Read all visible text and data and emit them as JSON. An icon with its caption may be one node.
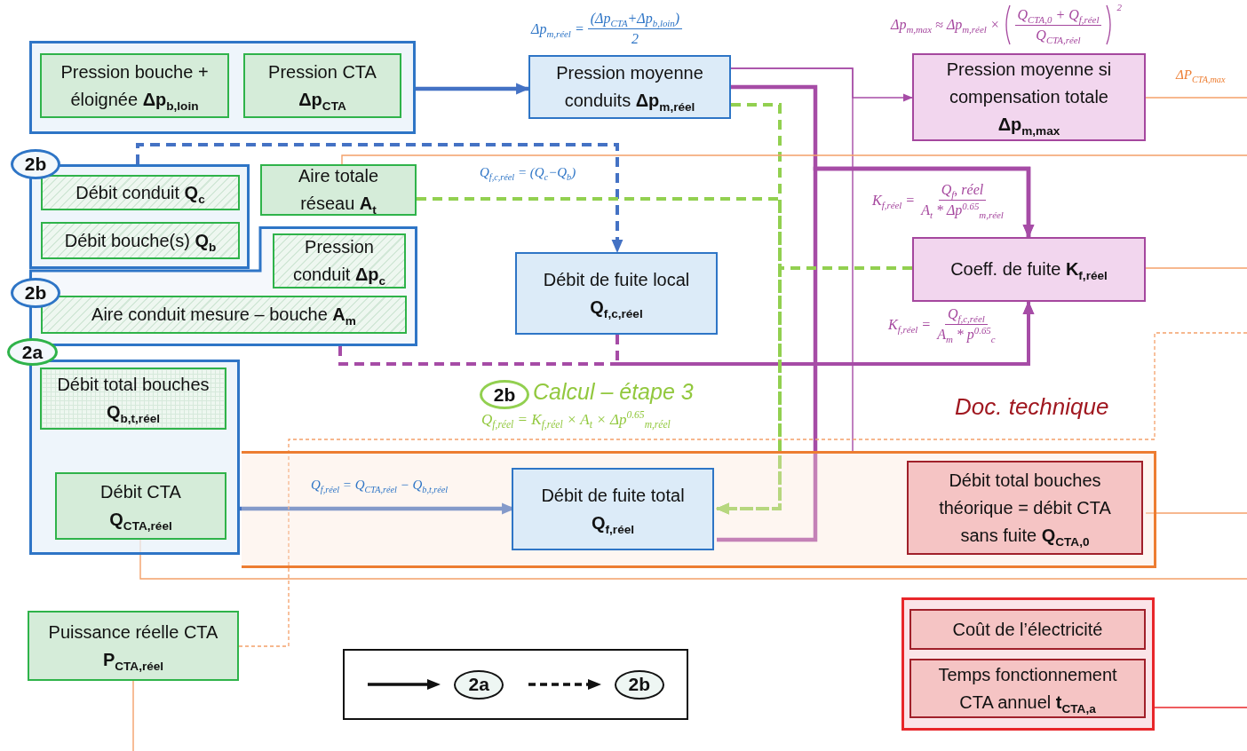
{
  "diagram": {
    "nodes": [
      {
        "text": [],
        "shape": "box"
      },
      {
        "text": [
          "Pression bouche + éloignée **Δp**$_{b,loin}$"
        ],
        "in": 0
      },
      {
        "text": [
          "Pression CTA **Δp**$_{CTA}$"
        ],
        "in": 0
      },
      {
        "text": [
          "Pression moyenne conduits **Δp**$_{m,réel}$"
        ],
        "beside": [
          "Δp$_{m,réel}$ =",
          "(Δp$_{CTA}$+Δp$_{b,loin}$)",
          "2"
        ]
      },
      {
        "text": [
          "Pression moyenne si compensation totale **Δp**$_{m,max}$"
        ],
        "beside": [
          "Δp$_{m,max}$ ≈ Δp$_{m,réel}$ ×",
          "Q$_{CTA,0}$ + Q$_{f,réel}$",
          "Q$_{CTA,réel}$",
          "2"
        ]
      },
      {
        "text": [
          "2b"
        ]
      },
      {
        "text": [
          "Débit conduit **Q**$_{c}$"
        ],
        "in": 5
      },
      {
        "text": [
          "Débit bouche(s) **Q**$_{b}$"
        ],
        "in": 5
      },
      {
        "text": [
          "Aire totale réseau **A**$_{t}$"
        ]
      },
      {
        "text": [
          "2b"
        ]
      },
      {
        "text": [
          "Pression conduit **Δp**$_{c}$"
        ],
        "in": 9
      },
      {
        "text": [
          "Aire conduit mesure – bouche **A**$_{m}$"
        ],
        "in": 9
      },
      {
        "text": [
          "Débit de fuite local **Q**$_{f,c,réel}$"
        ]
      },
      {
        "text": [
          "Coeff. de fuite **K**$_{f,réel}$"
        ],
        "beside": [
          "K$_{f,réel}$ =",
          "Q$_{f}$, réel",
          "A$_{t}$ * Δp$^{0.65}$$_{m,réel}$",
          "K$_{f,réel}$ =",
          "Q$_{f,c,réel}$",
          "A$_{m}$ * p$^{0.65}$$_{c}$"
        ]
      },
      {
        "text": [
          "2a"
        ]
      },
      {
        "text": [
          "Débit total bouches **Q**$_{b,t,réel}$"
        ],
        "in": 14
      },
      {
        "text": [],
        "shape": "band"
      },
      {
        "text": [
          "Débit CTA **Q**$_{CTA,réel}$"
        ],
        "in": 14
      },
      {
        "text": [
          "Débit de fuite total **Q**$_{f,réel}$"
        ],
        "in": 16
      },
      {
        "text": [
          "Débit total bouches théorique = débit CTA sans fuite **Q**$_{CTA,0}$"
        ],
        "in": 16
      },
      {
        "text": [
          "Puissance réelle CTA **P**$_{CTA,réel}$"
        ]
      },
      {
        "text": [],
        "shape": "box"
      },
      {
        "text": [
          "Coût de l’électricité"
        ],
        "in": 21
      },
      {
        "text": [
          "Temps fonctionnement CTA annuel **t**$_{CTA,a}$"
        ],
        "in": 21
      }
    ],
    "edges": [
      {
        "from": 0,
        "to": 3,
        "arrow": "to",
        "style": "thick",
        "color": "#4472c4"
      },
      {
        "from": 3,
        "to": 4,
        "arrow": "to",
        "color": "#a64ca6"
      },
      {
        "from": 3,
        "to": 16,
        "arrow": "none",
        "color": "#a64ca6"
      },
      {
        "from": 3,
        "to": 13,
        "arrow": "to",
        "style": "thick",
        "color": "#a64ca6"
      },
      {
        "from": 18,
        "to": 13,
        "arrow": "to",
        "style": "thick",
        "color": "#a64ca6"
      },
      {
        "from": 5,
        "to": 12,
        "arrow": "to",
        "style": "dashed",
        "color": "#4472c4",
        "label": "Q$_{f,c,réel}$ = (Q$_{c}$−Q$_{b}$)"
      },
      {
        "from": 9,
        "to": 13,
        "arrow": "to",
        "style": "dashed",
        "color": "#a64ca6"
      },
      {
        "from": 12,
        "to": 13,
        "arrow": "to",
        "style": "dashed",
        "color": "#a64ca6"
      },
      {
        "from": 3,
        "to": 18,
        "arrow": "to",
        "style": "dashed",
        "color": "#92d050"
      },
      {
        "from": 8,
        "to": 18,
        "arrow": "to",
        "style": "dashed",
        "color": "#92d050"
      },
      {
        "from": 13,
        "to": 18,
        "arrow": "to",
        "style": "dashed",
        "color": "#92d050"
      },
      {
        "from": 14,
        "to": 18,
        "arrow": "to",
        "style": "thick",
        "color": "#4472c4",
        "label": "Q$_{f,réel}$ = Q$_{CTA,réel}$ − Q$_{b,t,réel}$"
      },
      {
        "from": 8,
        "to": null,
        "arrow": "none"
      },
      {
        "from": 4,
        "to": null,
        "arrow": "none",
        "label": "ΔP$_{CTA,max}$"
      },
      {
        "from": 13,
        "to": null,
        "arrow": "none"
      },
      {
        "from": 19,
        "to": null,
        "arrow": "none"
      },
      {
        "from": 17,
        "to": null,
        "arrow": "none"
      },
      {
        "from": 20,
        "to": null,
        "arrow": "none",
        "style": "dashed"
      },
      {
        "from": 20,
        "to": null,
        "arrow": "none"
      },
      {
        "from": 21,
        "to": null,
        "arrow": "none",
        "color": "#e8262a"
      }
    ],
    "labels": [
      "2b",
      "Calcul – étape 3",
      "Q$_{f,réel}$ = K$_{f,réel}$ × A$_{t}$ × Δp$^{0.65}$$_{m,réel}$",
      "Doc. technique"
    ],
    "legend": [
      {
        "text": "2a"
      },
      {
        "text": "2b"
      }
    ]
  }
}
